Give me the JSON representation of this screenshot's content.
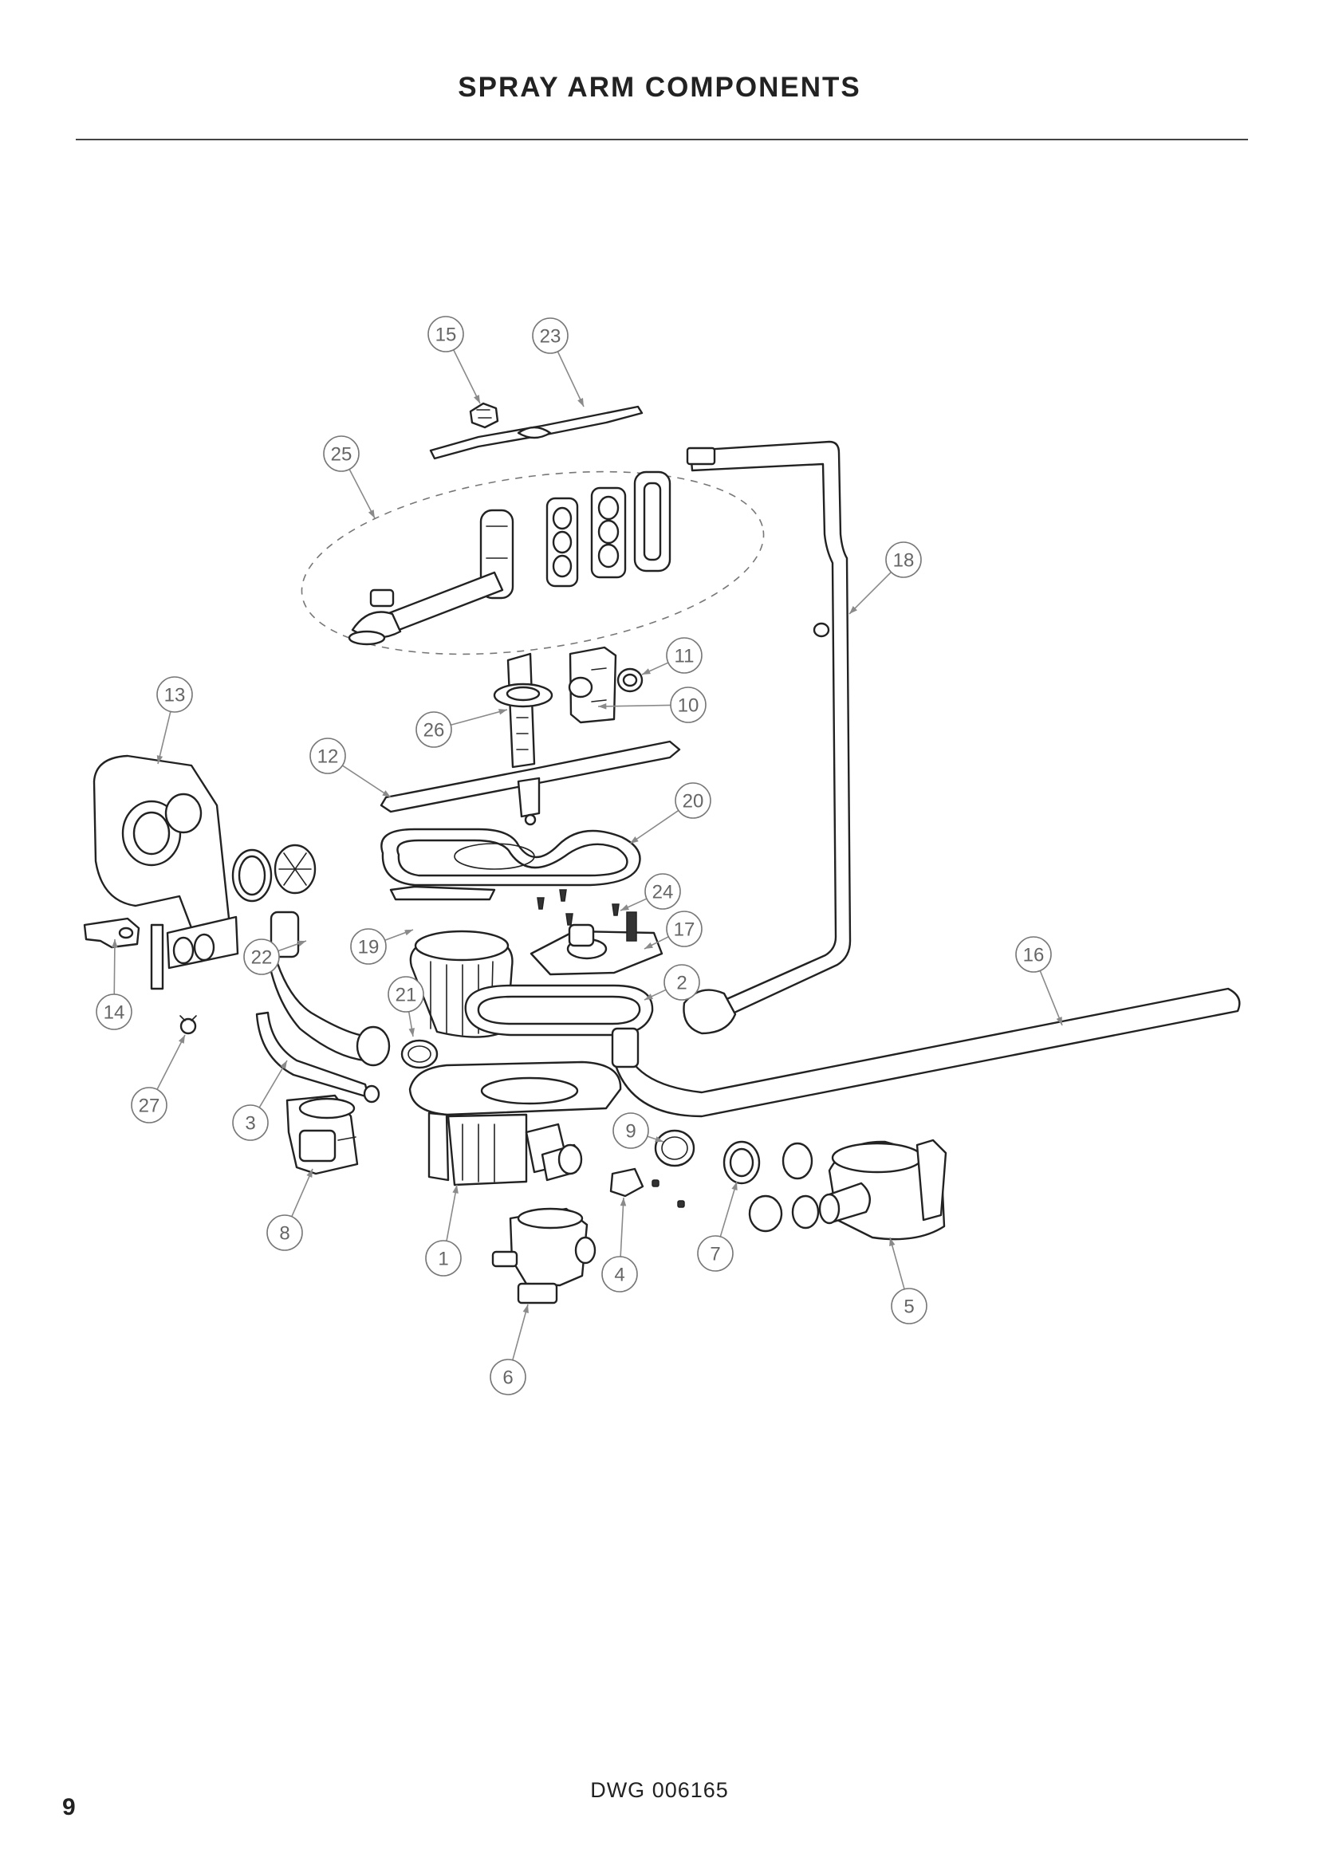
{
  "page": {
    "title": "SPRAY ARM COMPONENTS",
    "drawing_number": "DWG 006165",
    "page_number": "9"
  },
  "callouts": [
    {
      "id": "15",
      "label": "15"
    },
    {
      "id": "23",
      "label": "23"
    },
    {
      "id": "25",
      "label": "25"
    },
    {
      "id": "18",
      "label": "18"
    },
    {
      "id": "11",
      "label": "11"
    },
    {
      "id": "13",
      "label": "13"
    },
    {
      "id": "10",
      "label": "10"
    },
    {
      "id": "26",
      "label": "26"
    },
    {
      "id": "12",
      "label": "12"
    },
    {
      "id": "20",
      "label": "20"
    },
    {
      "id": "24",
      "label": "24"
    },
    {
      "id": "17",
      "label": "17"
    },
    {
      "id": "16",
      "label": "16"
    },
    {
      "id": "19",
      "label": "19"
    },
    {
      "id": "22",
      "label": "22"
    },
    {
      "id": "14",
      "label": "14"
    },
    {
      "id": "2",
      "label": "2"
    },
    {
      "id": "21",
      "label": "21"
    },
    {
      "id": "27",
      "label": "27"
    },
    {
      "id": "3",
      "label": "3"
    },
    {
      "id": "9",
      "label": "9"
    },
    {
      "id": "8",
      "label": "8"
    },
    {
      "id": "1",
      "label": "1"
    },
    {
      "id": "4",
      "label": "4"
    },
    {
      "id": "7",
      "label": "7"
    },
    {
      "id": "5",
      "label": "5"
    },
    {
      "id": "6",
      "label": "6"
    }
  ]
}
